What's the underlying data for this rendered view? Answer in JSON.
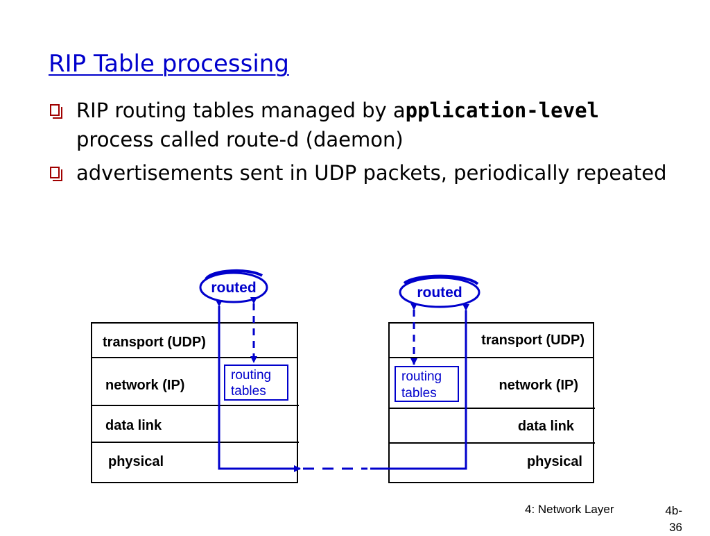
{
  "title": "RIP Table processing",
  "bullets": [
    {
      "pre": "RIP routing tables managed by a",
      "bold": "pplication-level",
      "post": " process called route-d (daemon)"
    },
    {
      "text": "advertisements sent in UDP packets, periodically repeated"
    }
  ],
  "diagram": {
    "left": {
      "routed": "routed",
      "layers": [
        "transport (UDP)",
        "network (IP)",
        "data link",
        "physical"
      ],
      "tables_line1": "routing",
      "tables_line2": "tables"
    },
    "right": {
      "routed": "routed",
      "layers": [
        "transport (UDP)",
        "network (IP)",
        "data link",
        "physical"
      ],
      "tables_line1": "routing",
      "tables_line2": "tables"
    }
  },
  "footer": {
    "label": "4: Network Layer",
    "page_line1": "4b-",
    "page_line2": "36"
  },
  "colors": {
    "accent": "#0000cc",
    "bullet": "#a00000"
  }
}
